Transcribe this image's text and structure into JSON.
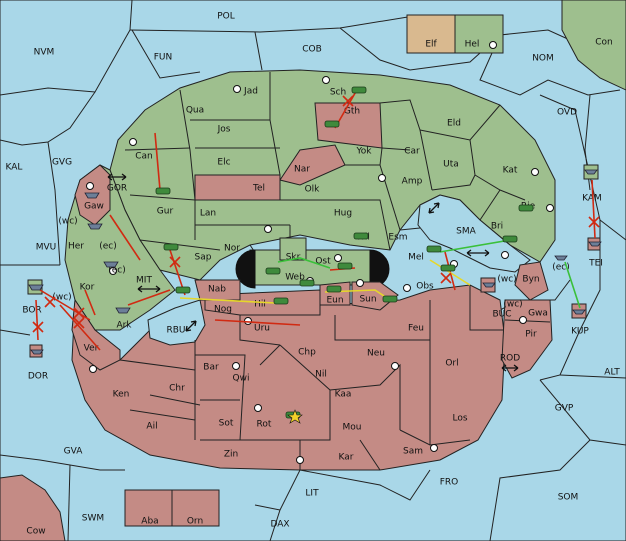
{
  "sea": [
    "POL",
    "NVM",
    "FUN",
    "COB",
    "NOM",
    "OVD",
    "KAL",
    "GVG",
    "MVU",
    "ALT",
    "GVP",
    "SOM",
    "FRO",
    "LIT",
    "DAX",
    "SWM",
    "GVA",
    "ROD",
    "BUC",
    "SMA",
    "MIT",
    "RBU",
    "GOR",
    "BOR",
    "DOR",
    "KAM",
    "TEI",
    "KUP"
  ],
  "green": [
    "Jad",
    "Sch",
    "Qua",
    "Jos",
    "Gth",
    "Eld",
    "Can",
    "Elc",
    "Yok",
    "Car",
    "Uta",
    "Kat",
    "Gur",
    "Lan",
    "Olk",
    "Hug",
    "Amp",
    "Esm",
    "Bri",
    "Rie",
    "Gaw",
    "Her",
    "Kor",
    "Ark",
    "Sap",
    "Nor",
    "Skr",
    "Wil",
    "Web",
    "Ost",
    "Mel",
    "Con",
    "Hel"
  ],
  "red": [
    "Nar",
    "Tel",
    "Nab",
    "Nog",
    "Hil",
    "Eun",
    "Sun",
    "Obs",
    "Byn",
    "Gwa",
    "Pir",
    "Ver",
    "Uru",
    "Feu",
    "Chp",
    "Neu",
    "Orl",
    "Nil",
    "Bar",
    "Qwi",
    "Chr",
    "Ken",
    "Kaa",
    "Ail",
    "Sot",
    "Rot",
    "Mou",
    "Los",
    "Zin",
    "Kar",
    "Sam",
    "Aba",
    "Orn",
    "Cow"
  ],
  "tan": [
    "Elf"
  ],
  "coast": [
    "(wc)",
    "(ec)",
    "(ec)",
    "(wc)",
    "(wc)",
    "(ec)",
    "(wc)"
  ]
}
